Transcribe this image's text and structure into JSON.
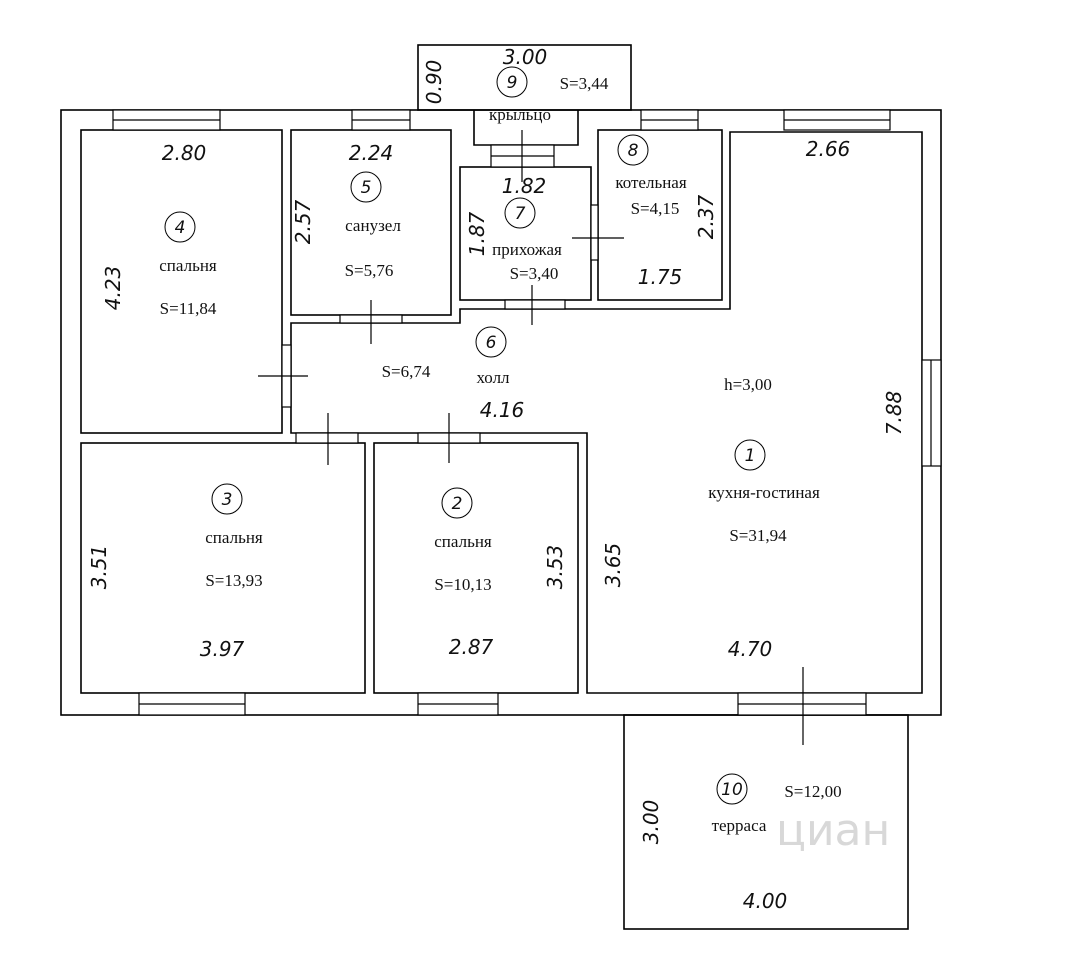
{
  "watermark": "циан",
  "ceiling_height": "h=3,00",
  "rooms": [
    {
      "number": "1",
      "name": "кухня-гостиная",
      "area": "S=31,94"
    },
    {
      "number": "2",
      "name": "спальня",
      "area": "S=10,13"
    },
    {
      "number": "3",
      "name": "спальня",
      "area": "S=13,93"
    },
    {
      "number": "4",
      "name": "спальня",
      "area": "S=11,84"
    },
    {
      "number": "5",
      "name": "санузел",
      "area": "S=5,76"
    },
    {
      "number": "6",
      "name": "холл",
      "area": "S=6,74"
    },
    {
      "number": "7",
      "name": "прихожая",
      "area": "S=3,40"
    },
    {
      "number": "8",
      "name": "котельная",
      "area": "S=4,15"
    },
    {
      "number": "9",
      "name": "крыльцо",
      "area": "S=3,44"
    },
    {
      "number": "10",
      "name": "терраса",
      "area": "S=12,00"
    }
  ],
  "dimensions": {
    "porch_width": "3.00",
    "porch_depth": "0.90",
    "bedroom4_width": "2.80",
    "bedroom4_depth": "4.23",
    "bath_width": "2.24",
    "bath_depth": "2.57",
    "hall_entry_width": "1.82",
    "hall_entry_depth": "1.87",
    "boiler_depth": "2.37",
    "boiler_width": "1.75",
    "kitchen_width_top": "2.66",
    "kitchen_depth": "7.88",
    "hall_width": "4.16",
    "bedroom3_depth": "3.51",
    "bedroom3_width": "3.97",
    "bedroom2_depth": "3.53",
    "bedroom2_width": "2.87",
    "kitchen_depth_lower": "3.65",
    "kitchen_width_bottom": "4.70",
    "terrace_depth": "3.00",
    "terrace_width": "4.00"
  }
}
